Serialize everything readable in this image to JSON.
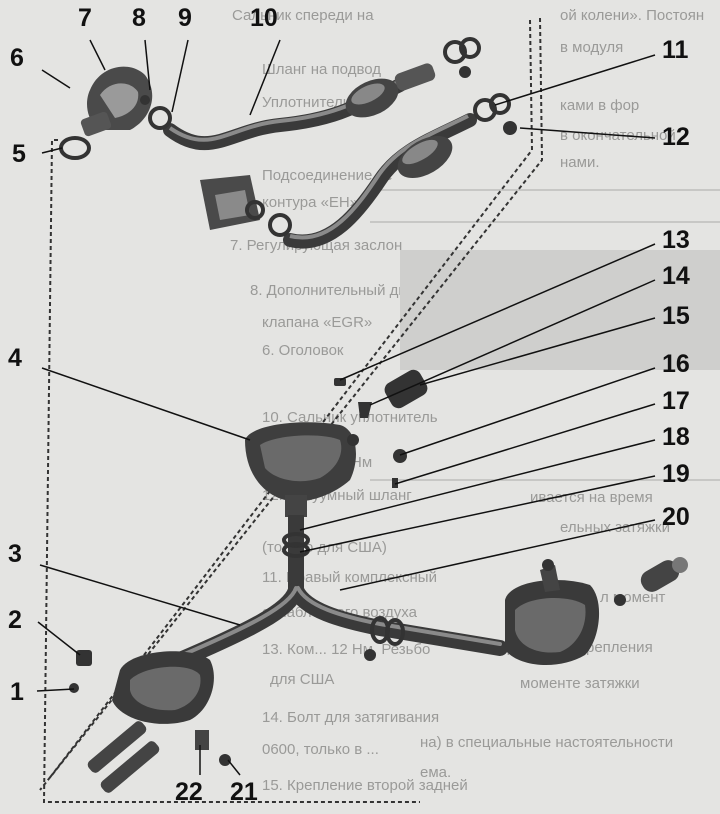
{
  "callouts": {
    "c1": "1",
    "c2": "2",
    "c3": "3",
    "c4": "4",
    "c5": "5",
    "c6": "6",
    "c7": "7",
    "c8": "8",
    "c9": "9",
    "c10": "10",
    "c11": "11",
    "c12": "12",
    "c13": "13",
    "c14": "14",
    "c15": "15",
    "c16": "16",
    "c17": "17",
    "c18": "18",
    "c19": "19",
    "c20": "20",
    "c21": "21",
    "c22": "22"
  },
  "background_text": {
    "l1": "Сальник спереди на ",
    "l2": "Шланг на подвод",
    "l3": "Уплотнитель кру",
    "l4": "Подсоединение ве",
    "l5": "контура «EH»",
    "l6": "7. Регулирующая заслон",
    "l7": "8. Дополнительный двигатель",
    "l8": "клапана «EGR»",
    "l9": "6. Оголовок",
    "l10": "10. Сальник уплотнитель",
    "l11": "11. Болты, 9 Нм",
    "l12": "12. Вакуумный шланг",
    "l13": "(только для США)",
    "l14": "11. Правый комплексный",
    "l15": "ослабленного воздуха",
    "l16": "13. Ком... 12 Нм. Резьбо",
    "l17": "для США",
    "l18": "14. Болт для затягивания",
    "l19": "0600, только в ...",
    "l20": "15. Крепление второй задней",
    "r1": "ой колени». Постоян",
    "r2": "в модуля",
    "r3": "ками в фор",
    "r4": "в окончательной",
    "r5": "нами.",
    "r6": "ивается на время",
    "r7": "ельных затяжки",
    "r8": "л момент",
    "r9": "кронштейн крепления",
    "r10": "моменте затяжки",
    "r11": "на) в специальные настоятельности",
    "r12": "ема."
  }
}
